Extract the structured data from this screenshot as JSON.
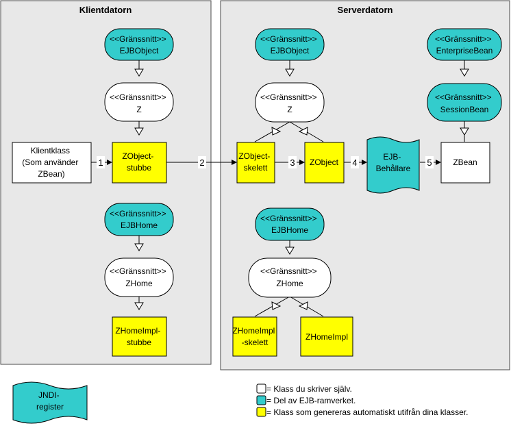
{
  "colors": {
    "white": "#ffffff",
    "cyan": "#33cccc",
    "yellow": "#ffff00",
    "panel": "#e8e8e8"
  },
  "panels": {
    "client_title": "Klientdatorn",
    "server_title": "Serverdatorn"
  },
  "client": {
    "ejbobject": [
      "<<Gränssnitt>>",
      "EJBObject"
    ],
    "z": [
      "<<Gränssnitt>>",
      "Z"
    ],
    "klientklass": [
      "Klientklass",
      "(Som använder",
      "ZBean)"
    ],
    "zobject_stubbe": [
      "ZObject-",
      "stubbe"
    ],
    "ejbhome": [
      "<<Gränssnitt>>",
      "EJBHome"
    ],
    "zhome": [
      "<<Gränssnitt>>",
      "ZHome"
    ],
    "zhomeimpl_stubbe": [
      "ZHomeImpl-",
      "stubbe"
    ]
  },
  "server": {
    "ejbobject": [
      "<<Gränssnitt>>",
      "EJBObject"
    ],
    "z": [
      "<<Gränssnitt>>",
      "Z"
    ],
    "enterprisebean": [
      "<<Gränssnitt>>",
      "EnterpriseBean"
    ],
    "sessionbean": [
      "<<Gränssnitt>>",
      "SessionBean"
    ],
    "zobject_skelett": [
      "ZObject-",
      "skelett"
    ],
    "zobject": [
      "ZObject"
    ],
    "ejb_behallare": [
      "EJB-",
      "Behållare"
    ],
    "zbean": [
      "ZBean"
    ],
    "ejbhome": [
      "<<Gränssnitt>>",
      "EJBHome"
    ],
    "zhome": [
      "<<Gränssnitt>>",
      "ZHome"
    ],
    "zhomeimpl_skelett": [
      "ZHomeImpl",
      "-skelett"
    ],
    "zhomeimpl": [
      "ZHomeImpl"
    ]
  },
  "jndi": [
    "JNDI-",
    "register"
  ],
  "arrows": {
    "n1": "1",
    "n2": "2",
    "n3": "3",
    "n4": "4",
    "n5": "5"
  },
  "legend": {
    "white": "= Klass du skriver själv.",
    "cyan": "= Del av EJB-ramverket.",
    "yellow": "= Klass som genereras automatiskt utifrån dina klasser."
  }
}
